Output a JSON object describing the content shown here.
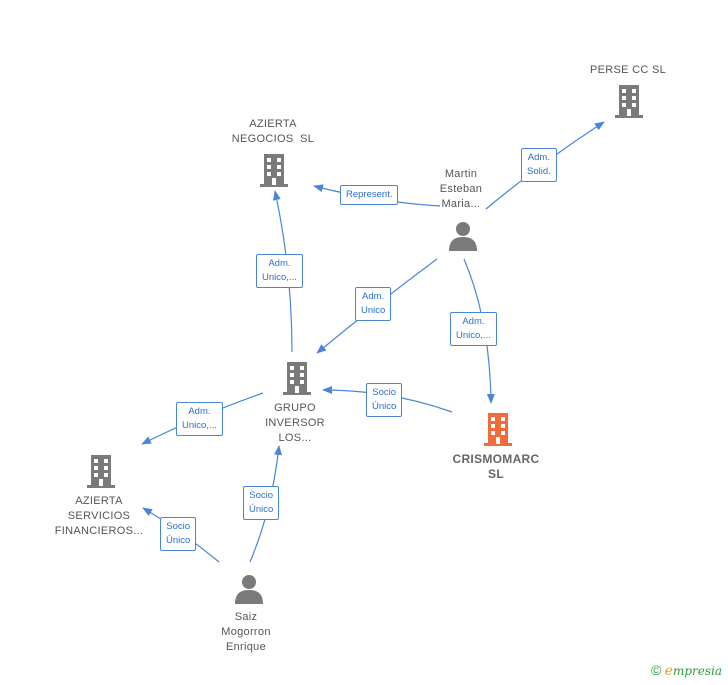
{
  "nodes": {
    "perse": {
      "label": "PERSE CC SL"
    },
    "azierta_negocios": {
      "label": "AZIERTA\nNEGOCIOS  SL"
    },
    "martin": {
      "label": "Martin\nEsteban\nMaria..."
    },
    "grupo_inversor": {
      "label": "GRUPO\nINVERSOR\nLOS..."
    },
    "crismomarc": {
      "label": "CRISMOMARC\nSL"
    },
    "azierta_servicios": {
      "label": "AZIERTA\nSERVICIOS\nFINANCIEROS..."
    },
    "saiz": {
      "label": "Saiz\nMogorron\nEnrique"
    }
  },
  "edges": {
    "adm_solid": "Adm.\nSolid.",
    "represent": "Represent.",
    "adm_unico_negocios": "Adm.\nUnico,...",
    "adm_unico_grupo": "Adm.\nUnico",
    "adm_unico_crismo": "Adm.\nUnico,...",
    "socio_unico_grupo": "Socio\nÚnico",
    "adm_unico_servicios": "Adm.\nUnico,...",
    "socio_unico_saiz_grupo": "Socio\nÚnico",
    "socio_unico_saiz_servicios": "Socio\nÚnico"
  },
  "colors": {
    "company_icon": "#7a7a7a",
    "main_company_icon": "#f26b3a",
    "person_icon": "#7a7a7a",
    "edge": "#4a86d8"
  },
  "brand": {
    "copyright": "©",
    "e": "e",
    "rest": "mpresia"
  }
}
